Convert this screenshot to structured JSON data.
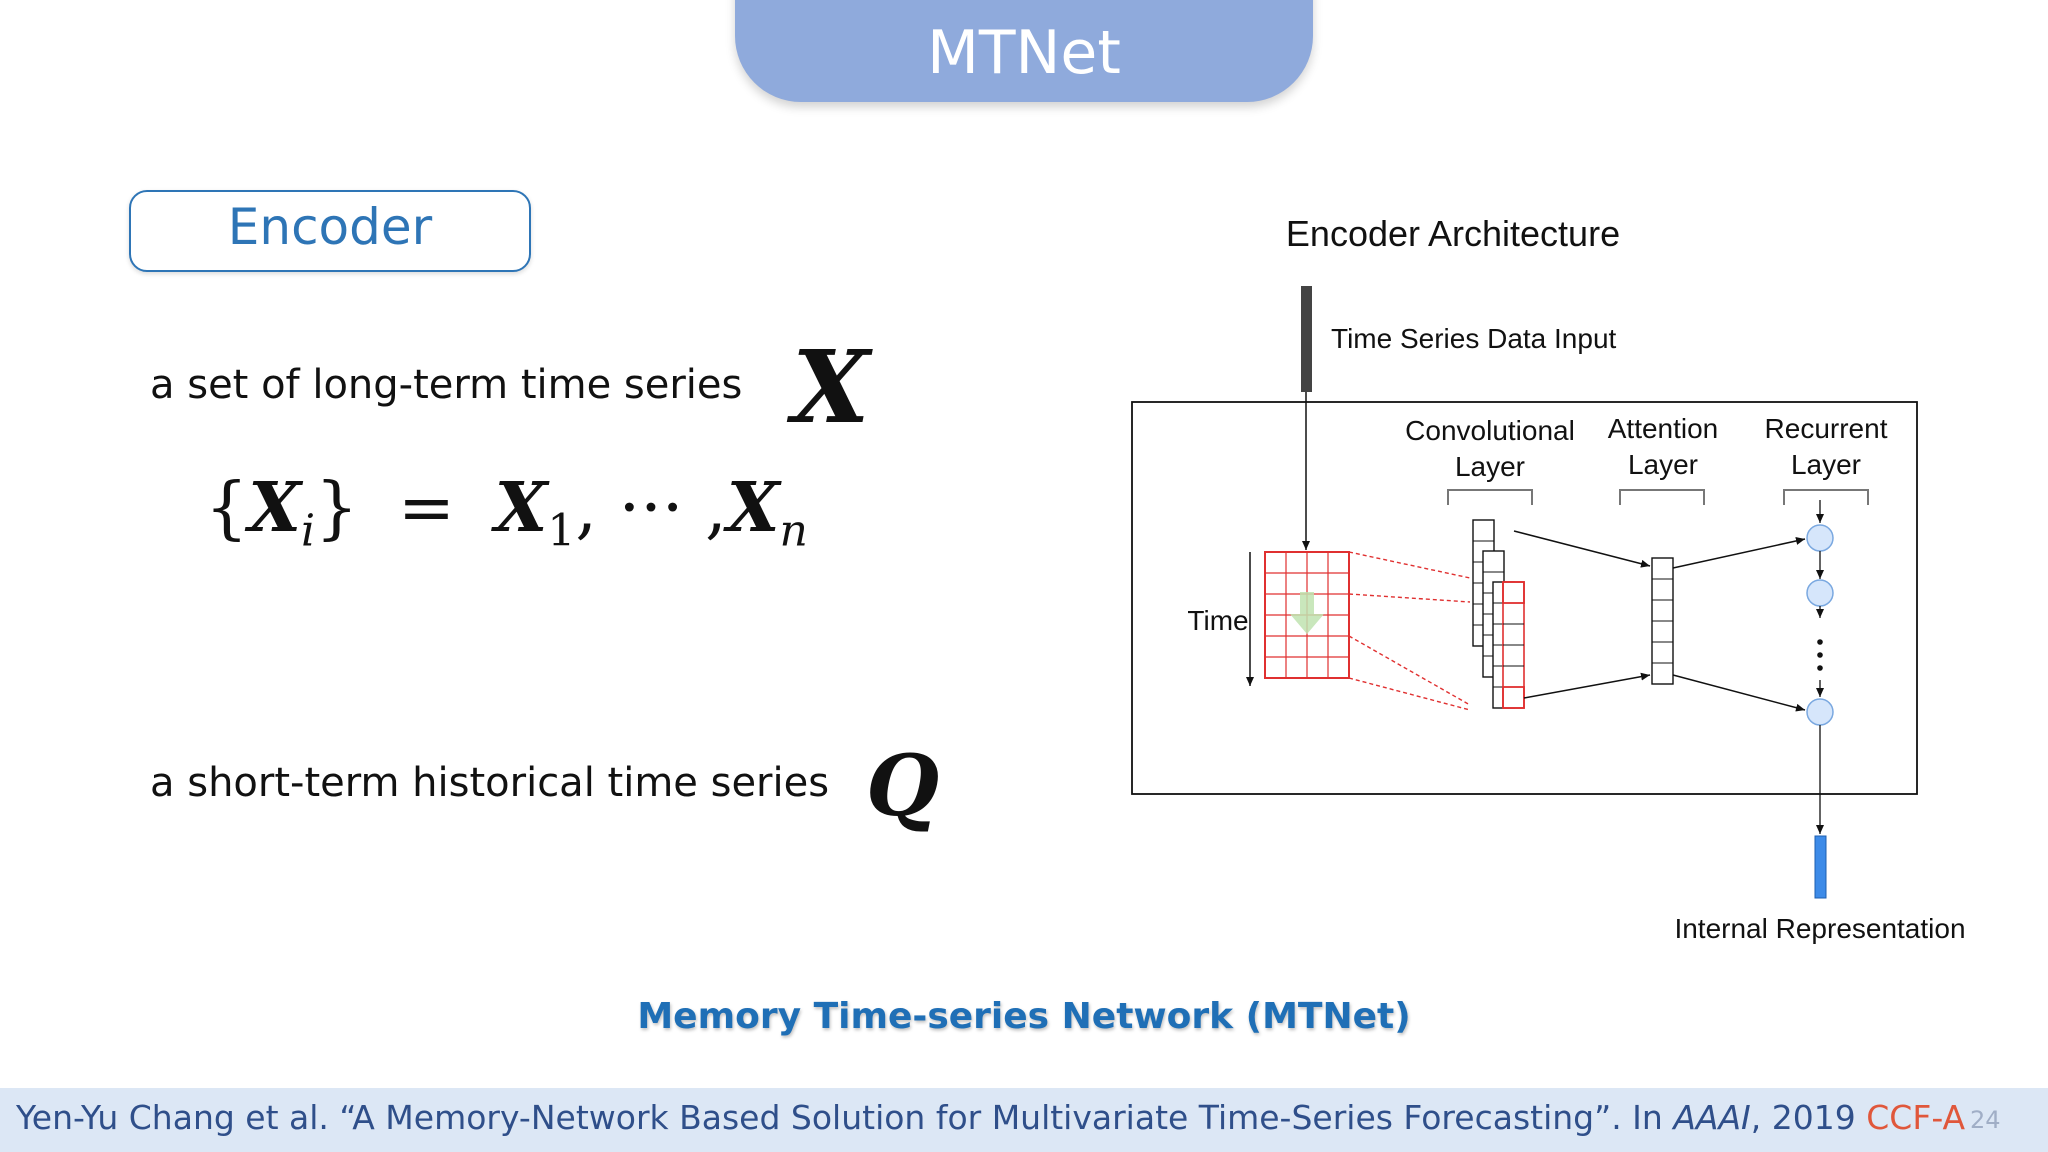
{
  "slide": {
    "title": "MTNet",
    "section_label": "Encoder",
    "long_term_text": "a set of long-term time series",
    "long_term_symbol": "X",
    "short_term_text": "a short-term historical time series",
    "short_term_symbol": "Q",
    "equation": {
      "lbrace": "{",
      "x": "X",
      "sub_i": "i",
      "rbrace": "}",
      "eq": "=",
      "x1": "X",
      "sub_1": "1",
      "comma_dots": ", ··· ,",
      "xn": "X",
      "sub_n": "n"
    },
    "caption": "Memory Time-series Network (MTNet)",
    "page_number": "24"
  },
  "diagram": {
    "title": "Encoder Architecture",
    "input_label": "Time Series Data Input",
    "conv_label_1": "Convolutional",
    "conv_label_2": "Layer",
    "attn_label_1": "Attention",
    "attn_label_2": "Layer",
    "rec_label_1": "Recurrent",
    "rec_label_2": "Layer",
    "time_label": "Time",
    "output_label": "Internal Representation"
  },
  "footer": {
    "citation": "Yen-Yu Chang et al. “A Memory-Network Based Solution for Multivariate Time-Series Forecasting”. In",
    "venue": "AAAI",
    "year": ", 2019",
    "rank": "CCF-A"
  },
  "colors": {
    "title_tab": "#8faadc",
    "accent_blue": "#2e75b6",
    "caption_blue": "#1f6fb6",
    "footer_bg": "#dce7f5",
    "rank_red": "#e0573b",
    "grid_red": "#e03030",
    "node_fill": "#d6e6fb",
    "output_bar": "#3d8be8"
  }
}
